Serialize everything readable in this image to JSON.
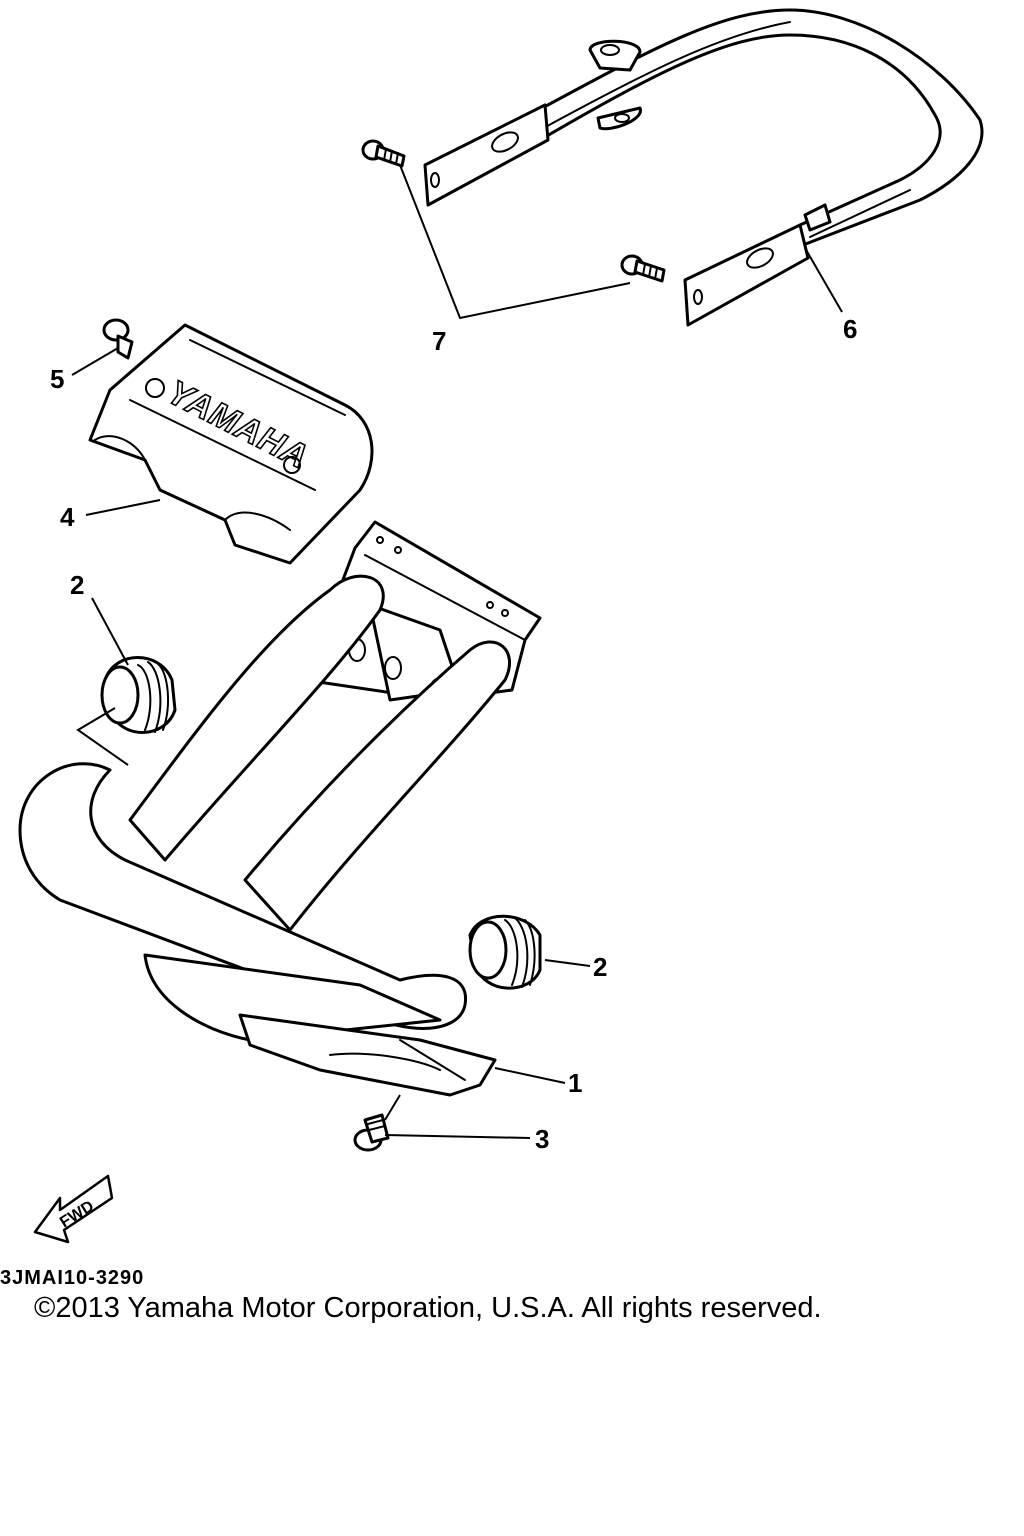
{
  "callouts": [
    "1",
    "2",
    "3",
    "4",
    "5",
    "6",
    "7"
  ],
  "logo_text": "YAMAHA",
  "direction_label": "FWD",
  "diagram_code": "3JMAI10-3290",
  "copyright": "©2013 Yamaha Motor Corporation, U.S.A. All rights reserved."
}
